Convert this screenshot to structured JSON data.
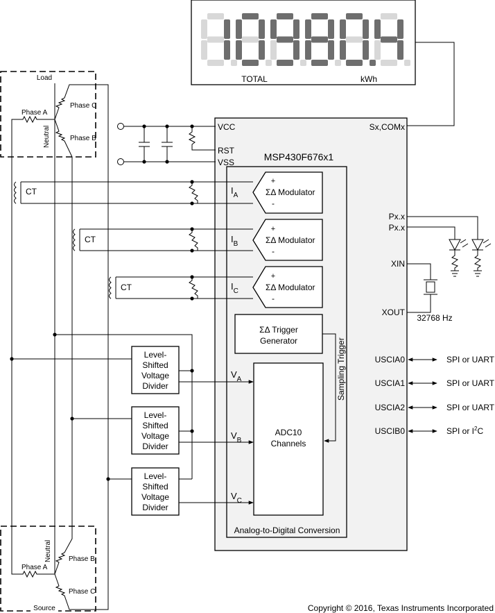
{
  "display": {
    "digits": [
      "1",
      "0",
      "9",
      "8",
      "0",
      "4"
    ],
    "decimal_after_index": 4,
    "label_total": "TOTAL",
    "label_unit": "kWh"
  },
  "load": {
    "title": "Load",
    "phase_a": "Phase A",
    "phase_b": "Phase B",
    "phase_c": "Phase C",
    "neutral": "Neutral"
  },
  "source": {
    "title": "Source",
    "phase_a": "Phase A",
    "phase_b": "Phase B",
    "phase_c": "Phase C",
    "neutral": "Neutral"
  },
  "ct": [
    "CT",
    "CT",
    "CT"
  ],
  "divider": {
    "lines": [
      "Level-",
      "Shifted",
      "Voltage",
      "Divider"
    ]
  },
  "mcu": {
    "name": "MSP430F676x1",
    "vcc": "VCC",
    "rst": "RST",
    "vss": "VSS",
    "sx_com": "Sx,COMx",
    "modulator": {
      "plus": "+",
      "minus": "-",
      "symbol": "ΣΔ",
      "label": "Modulator"
    },
    "current_inputs": [
      {
        "main": "I",
        "sub": "A"
      },
      {
        "main": "I",
        "sub": "B"
      },
      {
        "main": "I",
        "sub": "C"
      }
    ],
    "voltage_inputs": [
      {
        "main": "V",
        "sub": "A"
      },
      {
        "main": "V",
        "sub": "B"
      },
      {
        "main": "V",
        "sub": "C"
      }
    ],
    "trigger": {
      "line1": "ΣΔ  Trigger",
      "line2": "Generator"
    },
    "sampling_trigger": "Sampling Trigger",
    "adc": {
      "line1": "ADC10",
      "line2": "Channels"
    },
    "adc_section": "Analog-to-Digital Conversion",
    "px1": "Px.x",
    "px2": "Px.x",
    "xin": "XIN",
    "xout": "XOUT",
    "crystal": "32768 Hz",
    "uarts": [
      {
        "pin": "USCIA0",
        "label": "SPI or UART"
      },
      {
        "pin": "USCIA1",
        "label": "SPI or UART"
      },
      {
        "pin": "USCIA2",
        "label": "SPI or UART"
      },
      {
        "pin": "USCIB0",
        "label_main": "SPI or I",
        "label_sup": "2",
        "label_end": "C"
      }
    ]
  },
  "copyright": "Copyright © 2016, Texas Instruments Incorporated"
}
